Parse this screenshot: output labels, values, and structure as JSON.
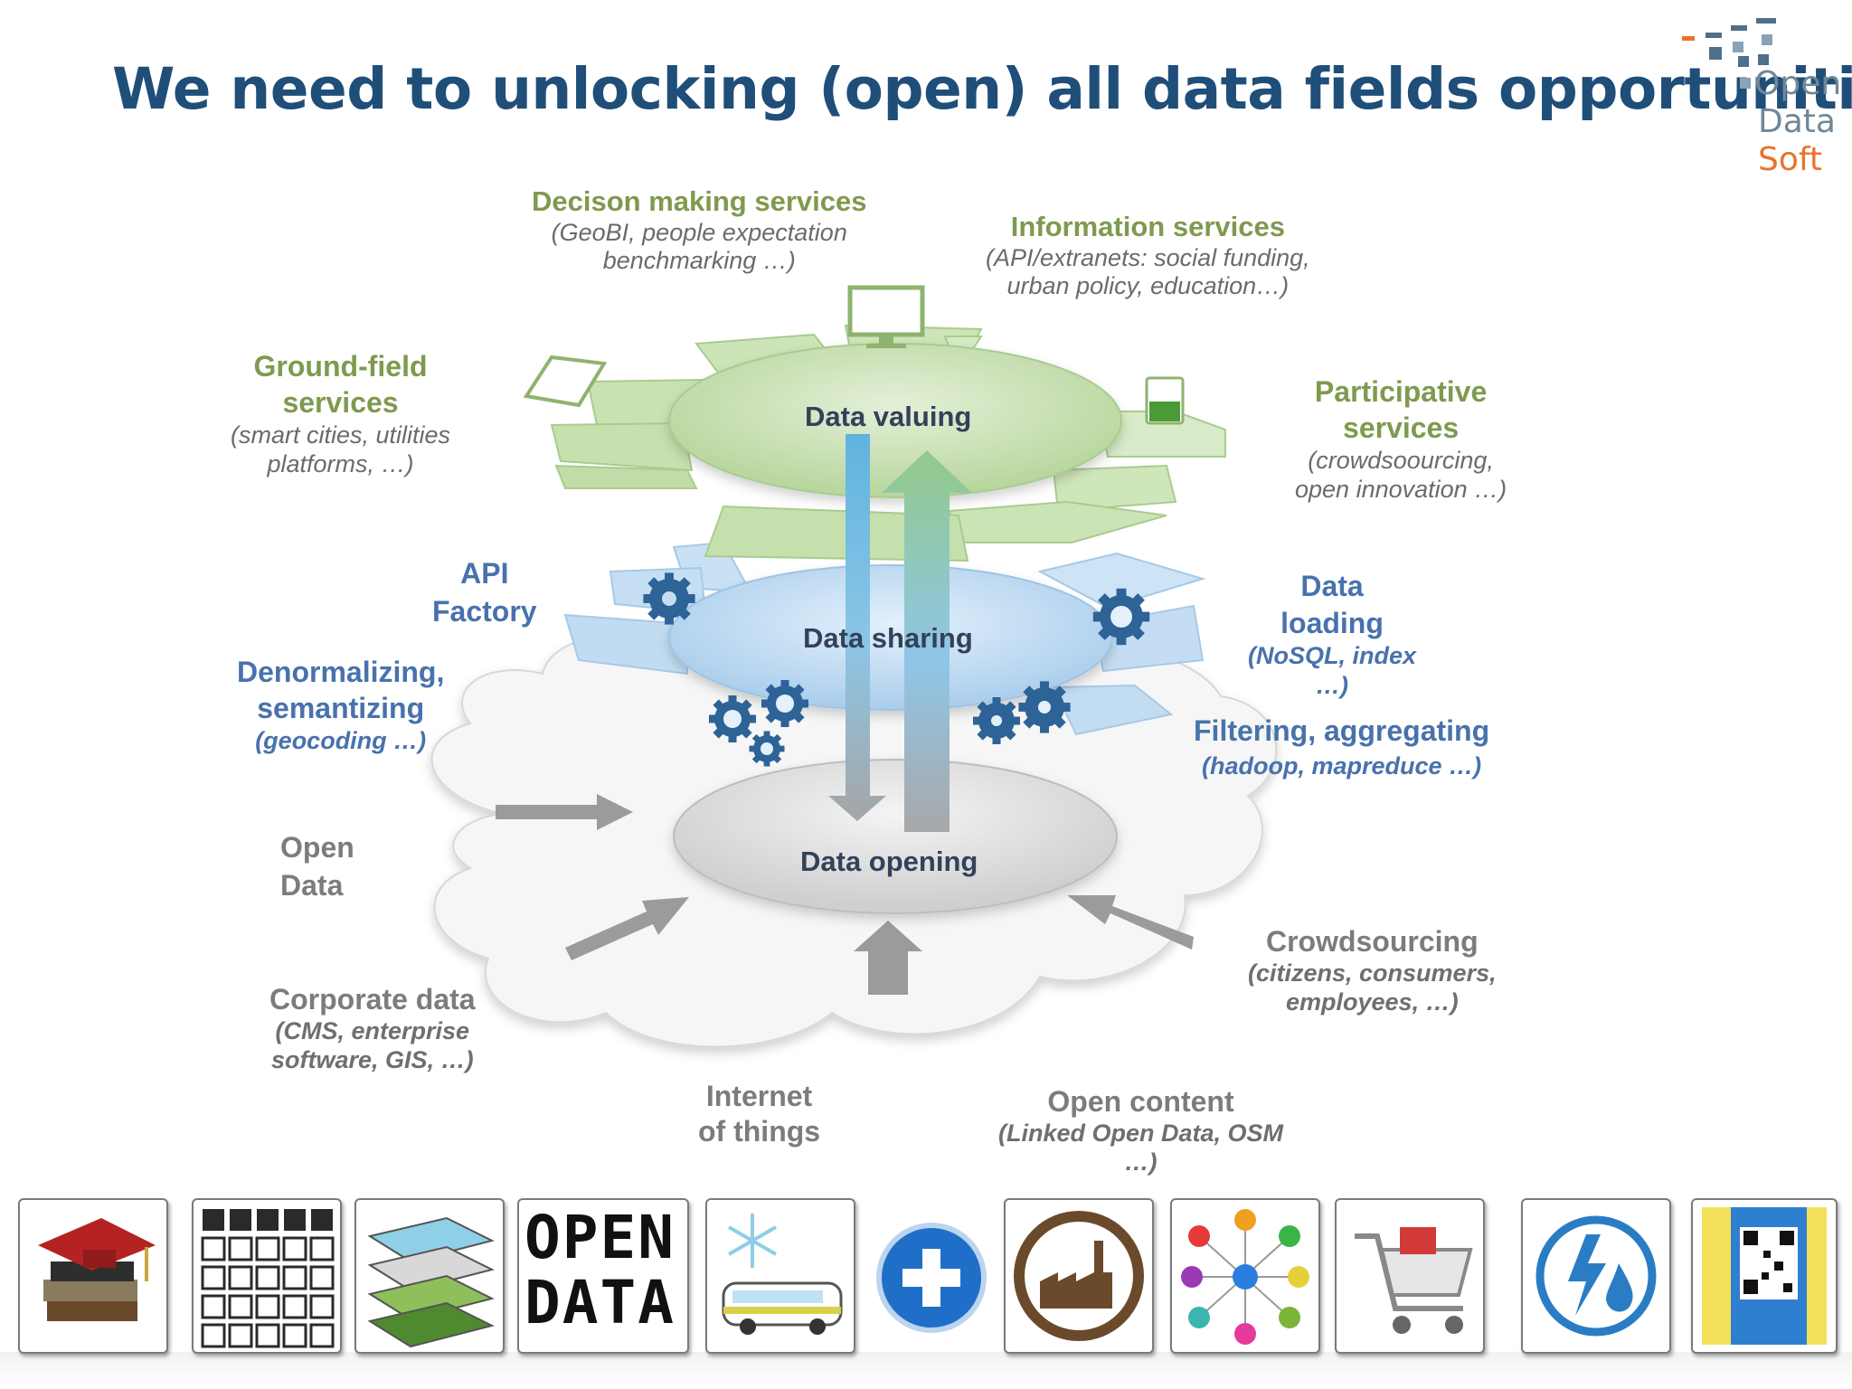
{
  "title": "We need to unlocking (open) all data fields opportunities",
  "logo": {
    "line1": "Open",
    "line2": "Data",
    "line3": "Soft",
    "color_main": "#6f8798",
    "color_accent": "#e8732d"
  },
  "layers": {
    "top": "Data valuing",
    "middle": "Data sharing",
    "bottom": "Data opening"
  },
  "services": {
    "decision": {
      "title": "Decison making services",
      "sub1": "(GeoBI, people expectation",
      "sub2": "benchmarking …)"
    },
    "information": {
      "title": "Information services",
      "sub1": "(API/extranets: social funding,",
      "sub2": "urban policy, education…)"
    },
    "ground": {
      "title1": "Ground-field",
      "title2": "services",
      "sub1": "(smart cities, utilities",
      "sub2": "platforms, …)"
    },
    "participative": {
      "title1": "Participative",
      "title2": "services",
      "sub1": "(crowdsoourcing,",
      "sub2": "open innovation …)"
    }
  },
  "sharing": {
    "api": {
      "line1": "API",
      "line2": "Factory"
    },
    "denorm": {
      "line1": "Denormalizing,",
      "line2": "semantizing",
      "sub": "(geocoding …)"
    },
    "loading": {
      "line1": "Data",
      "line2": "loading",
      "sub1": "(NoSQL, index",
      "sub2": "…)"
    },
    "filtering": {
      "title": "Filtering, aggregating",
      "sub": "(hadoop, mapreduce …)"
    }
  },
  "sources": {
    "open_data": {
      "line1": "Open",
      "line2": "Data"
    },
    "corporate": {
      "title": "Corporate data",
      "sub1": "(CMS, enterprise",
      "sub2": "software, GIS, …)"
    },
    "iot": {
      "line1": "Internet",
      "line2": "of things"
    },
    "open_content": {
      "title": "Open content",
      "sub1": "(Linked Open Data, OSM",
      "sub2": "…)"
    },
    "crowd": {
      "title": "Crowdsourcing",
      "sub1": "(citizens, consumers,",
      "sub2": "employees, …)"
    }
  },
  "icons": [
    {
      "name": "books-graduation-cap-icon"
    },
    {
      "name": "pictogram-grid-icon"
    },
    {
      "name": "map-layers-icon"
    },
    {
      "name": "open-data-text-icon",
      "line1": "OPEN",
      "line2": "DATA"
    },
    {
      "name": "snow-bus-icon"
    },
    {
      "name": "plus-circle-icon"
    },
    {
      "name": "factory-icon"
    },
    {
      "name": "color-molecule-icon"
    },
    {
      "name": "shopping-cart-icon"
    },
    {
      "name": "energy-water-icon"
    },
    {
      "name": "qr-ticket-icon"
    }
  ],
  "colors": {
    "title": "#1f4e79",
    "green_layer": "#c6dfb0",
    "blue_layer": "#bcd9f0",
    "grey_layer": "#dcdcdc",
    "gear": "#2d6396"
  }
}
